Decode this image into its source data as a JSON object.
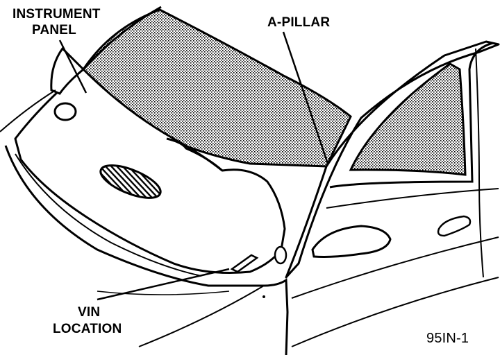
{
  "labels": {
    "instrument_panel_line1": "INSTRUMENT",
    "instrument_panel_line2": "PANEL",
    "a_pillar": "A-PILLAR",
    "vin_line1": "VIN",
    "vin_line2": "LOCATION",
    "figure_id": "95IN-1"
  },
  "colors": {
    "ink": "#000000",
    "paper": "#ffffff"
  }
}
